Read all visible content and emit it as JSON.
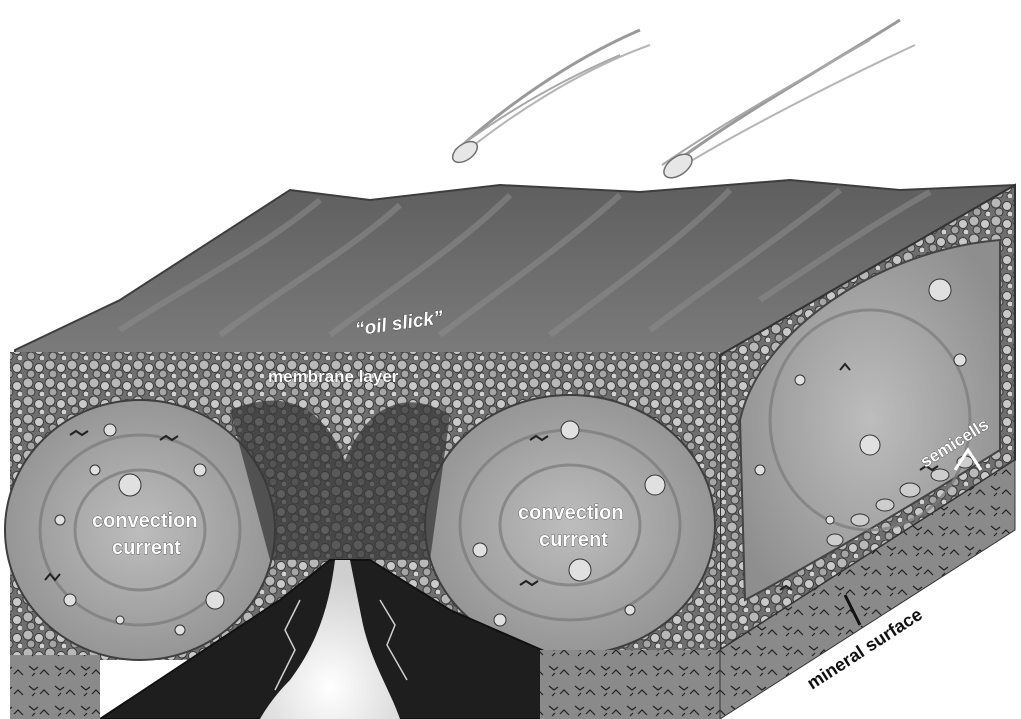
{
  "labels": {
    "oil_slick": "“oil slick”",
    "membrane_layer": "membrane layer",
    "convection_left_line1": "convection",
    "convection_left_line2": "current",
    "convection_right_line1": "convection",
    "convection_right_line2": "current",
    "semicells": "semicells",
    "mineral_surface": "mineral surface"
  },
  "colors": {
    "surface_top": "#6a6a6a",
    "membrane": "#8a8a8a",
    "convection_zone": "#a9a9a9",
    "volcano": "#1e1e1e",
    "eruption": "#f1f1f1",
    "mineral_floor": "#7a7a7a"
  }
}
